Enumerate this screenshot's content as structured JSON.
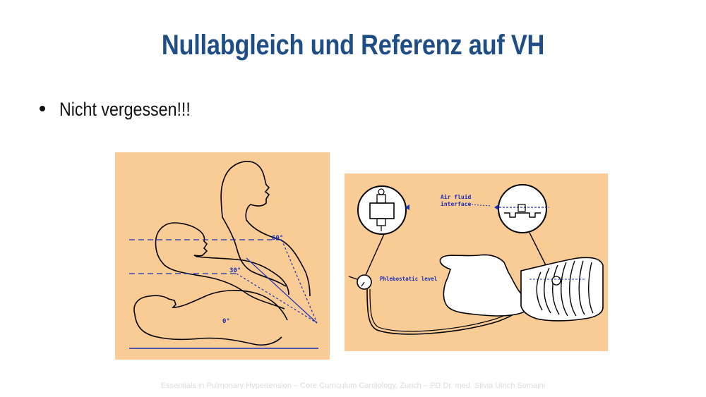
{
  "slide": {
    "title": "Nullabgleich und Referenz auf VH",
    "bullets": [
      "Nicht vergessen!!!"
    ],
    "footer": "Essentials in Pulmonary Hypertension – Core Curriculum Cardiology, Zurich – PD Dr. med. Silvia Ulrich Somaini"
  },
  "left_figure": {
    "background": "#f9cc95",
    "angle_labels": [
      "60°",
      "30°",
      "0°"
    ]
  },
  "right_figure": {
    "background": "#f9cc95",
    "label_air_fluid_line1": "Air fluid",
    "label_air_fluid_line2": "interface",
    "label_phlebostatic": "Phlebostatic level"
  },
  "colors": {
    "title": "#1f4e86",
    "figure_bg": "#f9cc95",
    "line_blue": "#1a2fb8",
    "outline": "#000000"
  }
}
